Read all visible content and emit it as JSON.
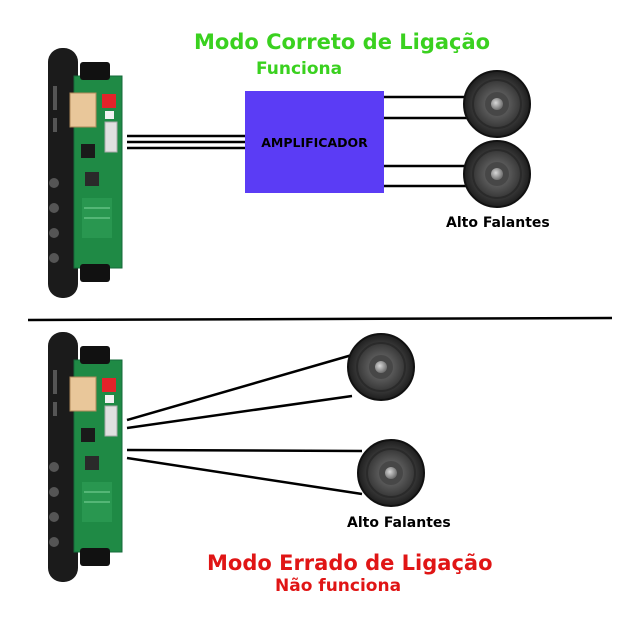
{
  "top_section": {
    "title": "Modo Correto de Ligação",
    "subtitle": "Funciona",
    "title_color": "#3ad11f",
    "amplifier_label": "AMPLIFICADOR",
    "amplifier_color": "#5b3cf5",
    "speakers_label": "Alto Falantes"
  },
  "bottom_section": {
    "title": "Modo Errado de Ligação",
    "subtitle": "Não funciona",
    "title_color": "#e01515",
    "speakers_label": "Alto Falantes"
  },
  "icons": {
    "module": "mp3-decoder-board-icon",
    "speaker": "speaker-icon"
  }
}
